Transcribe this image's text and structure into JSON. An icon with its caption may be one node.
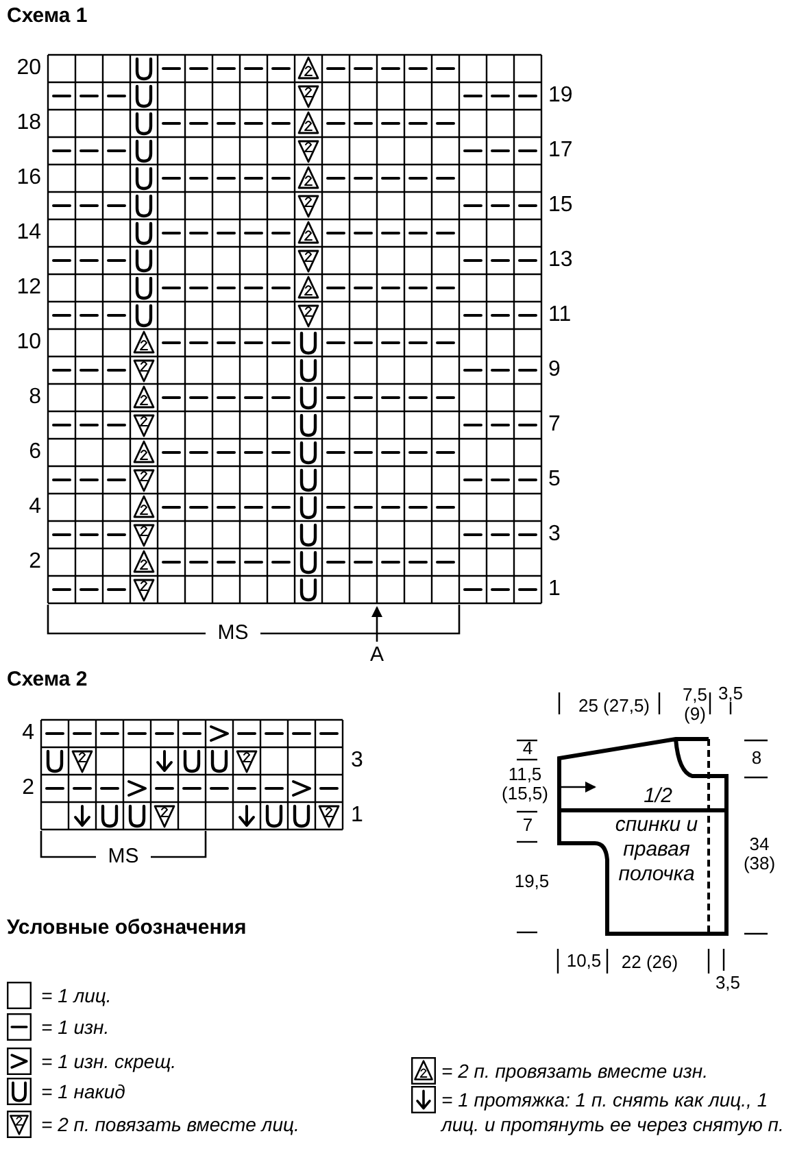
{
  "diagram": {
    "nodes": [
      {
        "text": [
          "1/2",
          "спинки и правая полочка"
        ]
      }
    ],
    "labels": [
      "Схема 1",
      "20",
      "19",
      "18",
      "17",
      "16",
      "15",
      "14",
      "13",
      "12",
      "11",
      "10",
      "9",
      "8",
      "7",
      "6",
      "5",
      "4",
      "3",
      "2",
      "1",
      "MS",
      "A",
      "Схема 2",
      "4",
      "3",
      "2",
      "1",
      "MS",
      "25 (27,5)",
      "7,5 (9)",
      "3,5",
      "4",
      "11,5 (15,5)",
      "8",
      "7",
      "34 (38)",
      "19,5",
      "10,5",
      "22 (26)",
      "3,5",
      "Условные обозначения"
    ],
    "legend": [
      {
        "text": "= 1 лиц."
      },
      {
        "text": "= 1 изн."
      },
      {
        "text": "= 1 изн. скрещ."
      },
      {
        "text": "= 1 накид"
      },
      {
        "text": "= 2 п. повязать вместе лиц."
      },
      {
        "text": "= 2 п. провязать вместе изн."
      },
      {
        "text": "= 1 протяжка: 1 п. снять как лиц., 1 лиц. и протянуть ее через снятую п."
      }
    ]
  }
}
